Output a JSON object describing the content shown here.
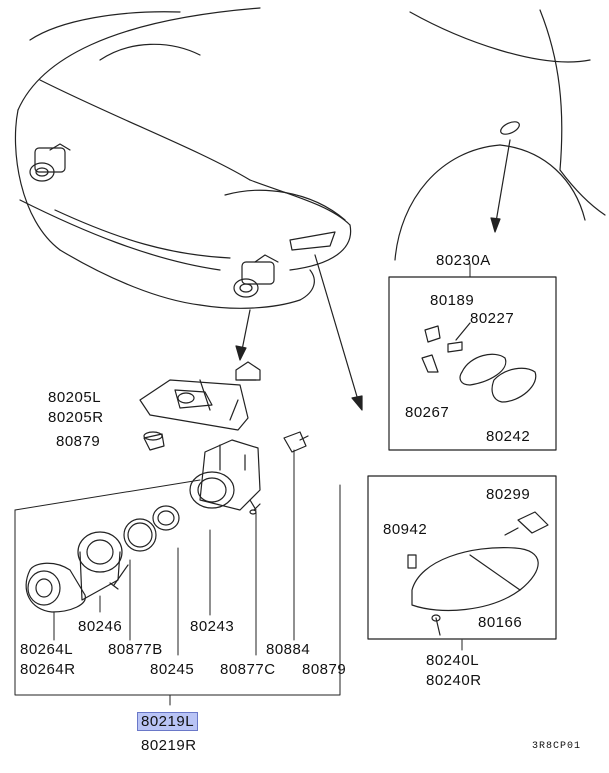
{
  "labels": {
    "p80230A": "80230A",
    "p80189": "80189",
    "p80227": "80227",
    "p80267": "80267",
    "p80242": "80242",
    "p80299": "80299",
    "p80942": "80942",
    "p80166": "80166",
    "p80240L": "80240L",
    "p80240R": "80240R",
    "p80205L": "80205L",
    "p80205R": "80205R",
    "p80879a": "80879",
    "p80246": "80246",
    "p80243": "80243",
    "p80884": "80884",
    "p80264L": "80264L",
    "p80264R": "80264R",
    "p80877B": "80877B",
    "p80245": "80245",
    "p80877C": "80877C",
    "p80879b": "80879",
    "p80219L": "80219L",
    "p80219R": "80219R"
  },
  "diagram_code": "3R8CP01",
  "highlight_color": "#b9c4f5"
}
